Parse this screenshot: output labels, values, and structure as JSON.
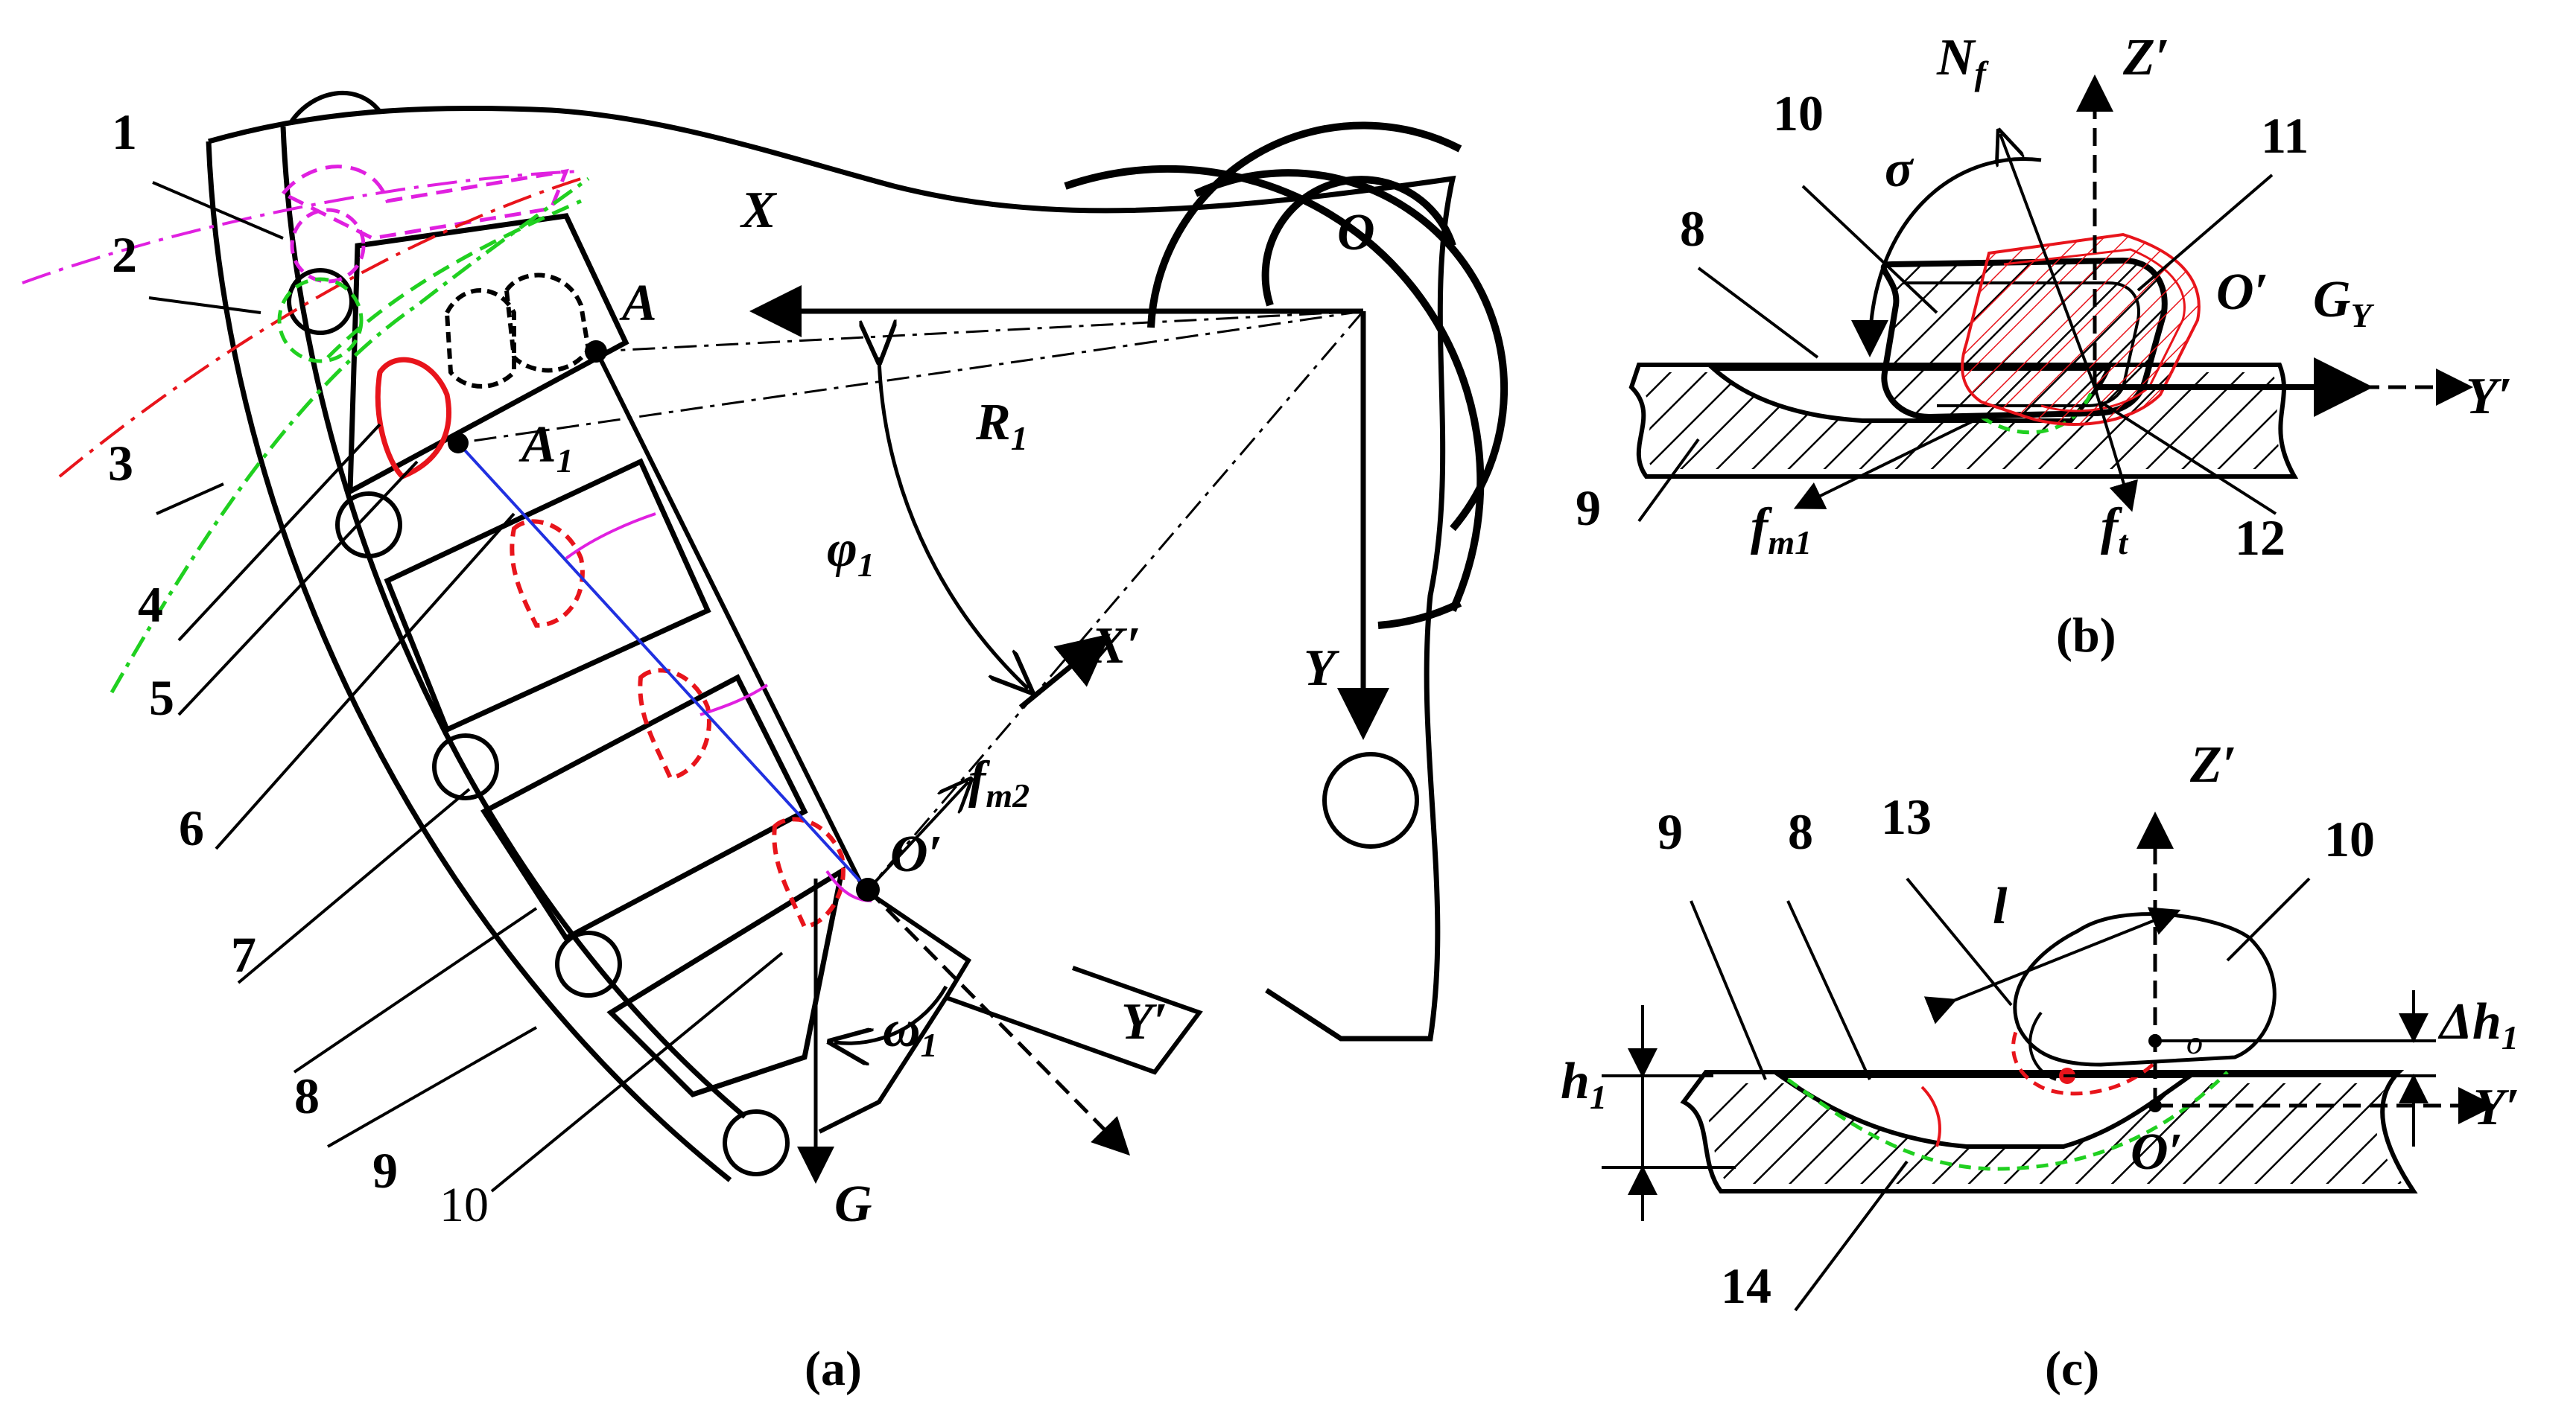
{
  "panel_a": {
    "caption": "(a)",
    "part_numbers": [
      "1",
      "2",
      "3",
      "4",
      "5",
      "6",
      "7",
      "8",
      "9",
      "10"
    ],
    "axis_labels": {
      "x": "X",
      "y": "Y",
      "x_prime": "X′",
      "y_prime": "Y′"
    },
    "point_labels": {
      "origin": "O",
      "o_prime": "O′",
      "a": "A",
      "a1_base": "A",
      "a1_sub": "1",
      "g": "G"
    },
    "symbols": {
      "r1_base": "R",
      "r1_sub": "1",
      "phi1_base": "φ",
      "phi1_sub": "1",
      "fm2_base": "f",
      "fm2_sub": "m2",
      "omega1_base": "ω",
      "omega1_sub": "1"
    }
  },
  "panel_b": {
    "caption": "(b)",
    "part_numbers": [
      "8",
      "9",
      "10",
      "11",
      "12"
    ],
    "labels": {
      "z_prime": "Z′",
      "y_prime": "Y′",
      "o_prime": "O′",
      "sigma": "σ",
      "nf_base": "N",
      "nf_sub": "f",
      "gy_base": "G",
      "gy_sub": "Y",
      "fm1_base": "f",
      "fm1_sub": "m1",
      "ft_base": "f",
      "ft_sub": "t"
    }
  },
  "panel_c": {
    "caption": "(c)",
    "part_numbers": [
      "9",
      "8",
      "13",
      "10",
      "14"
    ],
    "labels": {
      "z_prime": "Z′",
      "y_prime": "Y′",
      "o_prime": "O′",
      "o_small": "o",
      "l": "l",
      "h1_base": "h",
      "h1_sub": "1",
      "dh1_base": "Δh",
      "dh1_sub": "1"
    }
  },
  "colors": {
    "ink": "#000000",
    "red": "#e8141b",
    "magenta": "#e020e0",
    "green": "#20d020",
    "blue": "#2030e0"
  }
}
